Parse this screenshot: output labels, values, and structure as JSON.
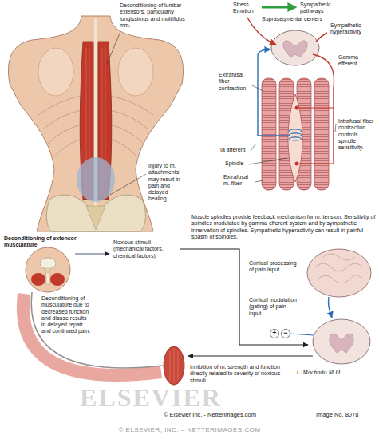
{
  "diagram": {
    "labels": [
      "Deconditioning of lumbar extensors, particularly longissimus and multifidus mm.",
      "Injury to m. attachments may result in pain and delayed healing.",
      "Deconditioning of extensor musculature",
      "Stress Emotion",
      "Sympathetic pathways",
      "Suprasegmental centers",
      "Sympathetic hyperactivity",
      "Gamma efferent",
      "Extrafusal fiber contraction",
      "Intrafusal fiber contraction controls spindle sensitivity.",
      "Ia afferent",
      "Spindle",
      "Extrafusal m. fiber",
      "Muscle spindles provide feedback mechanism for m. tension. Sensitivity of spindles modulated by gamma efferent system and by sympathetic innervation of spindles. Sympathetic hyperactivity can result in painful spasm of spindles.",
      "Noxious stimuli (mechanical factors, chemical factors)",
      "Cortical processing of pain input",
      "Cortical modulation (gating) of pain input",
      "+",
      "−",
      "Deconditioning of musculature due to decreased function and disuse results in delayed repair and continued pain.",
      "Inhibition of m. strength and function directly related to severity of noxious stimuli",
      "C.Machado M.D.",
      "ELSEVIER",
      "© Elsevier Inc. - Netterimages.com",
      "Image No. 8078",
      "© ELSEVIER, INC. – NETTERIMAGES.COM"
    ]
  }
}
